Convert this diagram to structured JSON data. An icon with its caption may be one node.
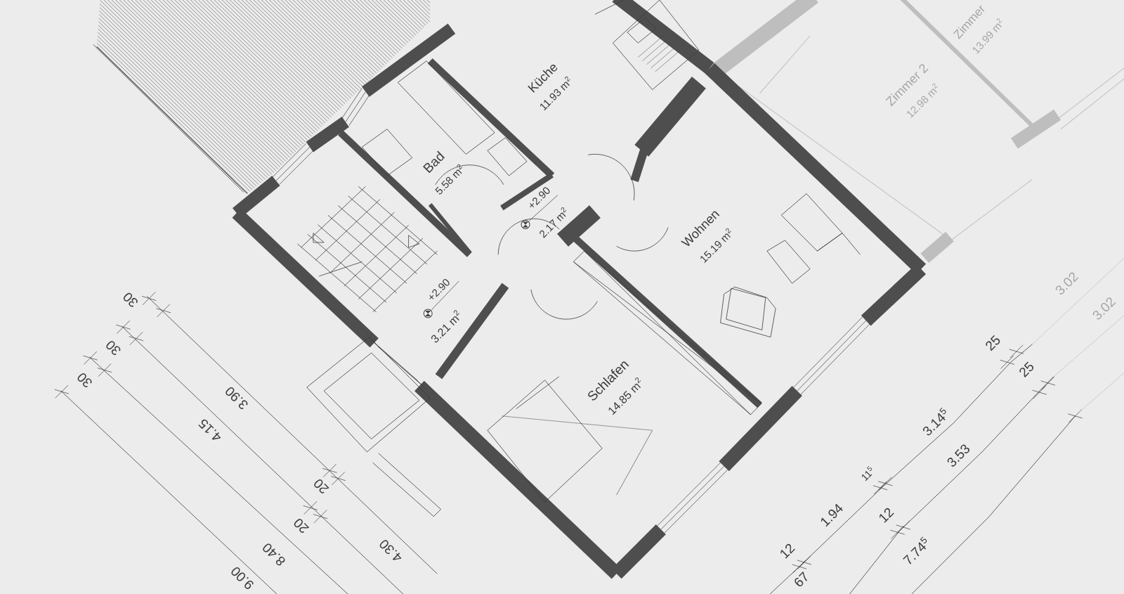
{
  "diagram": {
    "labels": [
      "Zimmer",
      "13.99 m$^{2}$",
      "Küche",
      "11.93 m$^{2}$",
      "Zimmer 2",
      "12.98 m$^{2}$",
      "Bad",
      "5.58 m$^{2}$",
      "+2.90",
      "2.17 m$^{2}$",
      "Wohnen",
      "15.19 m$^{2}$",
      "3.02",
      "+2.90",
      "30",
      "3.02",
      "3.21 m$^{2}$",
      "25",
      "30",
      "25",
      "30",
      "Schlafen",
      "14.85 m$^{2}$",
      "3.90",
      "3.14$^{5}$",
      "4.15",
      "3.53",
      "11$^{5}$",
      "20",
      "1.94",
      "12",
      "20",
      "4.30",
      "12",
      "8.40",
      "7.74$^{5}$",
      "9.00",
      "67"
    ]
  }
}
